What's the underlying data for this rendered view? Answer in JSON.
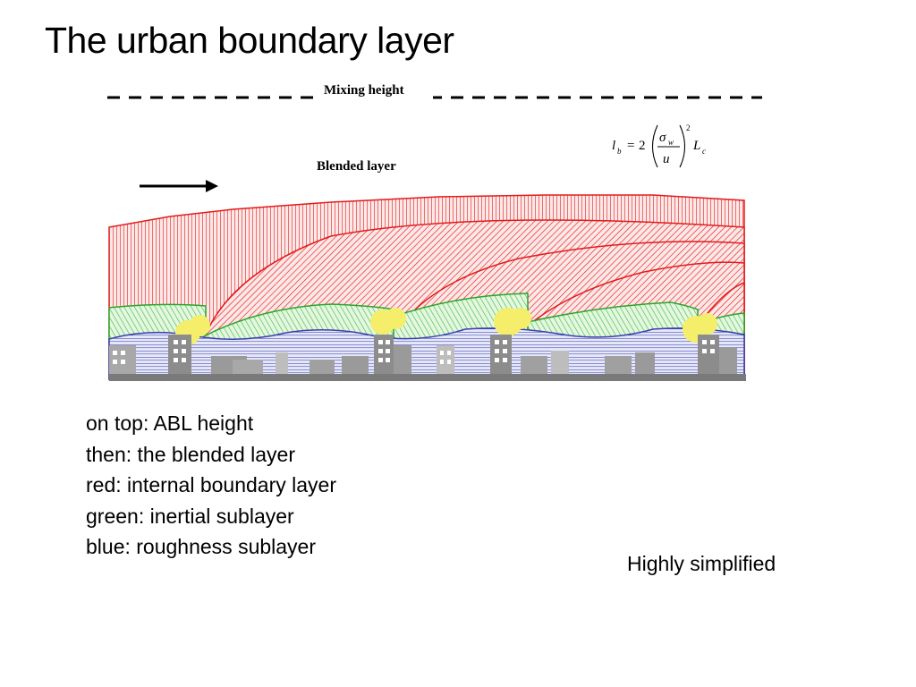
{
  "title": "The urban boundary layer",
  "diagram": {
    "mixing_height_label": "Mixing height",
    "blended_layer_label": "Blended layer",
    "formula": {
      "lhs": "l",
      "lhs_sub": "b",
      "equals": "=",
      "coefficient": "2",
      "numerator": "σ",
      "numerator_sub": "w",
      "denominator": "u",
      "exponent": "2",
      "rhs": "L",
      "rhs_sub": "c"
    },
    "colors": {
      "internal_boundary_layer": "#e31b1b",
      "inertial_sublayer": "#2aa52a",
      "roughness_sublayer": "#3a3fb0",
      "trees": "#f5ee6a",
      "buildings": "#909090"
    }
  },
  "legend": [
    "on top: ABL height",
    "then: the blended layer",
    "red: internal boundary layer",
    "green: inertial sublayer",
    "blue: roughness sublayer"
  ],
  "note": "Highly simplified"
}
